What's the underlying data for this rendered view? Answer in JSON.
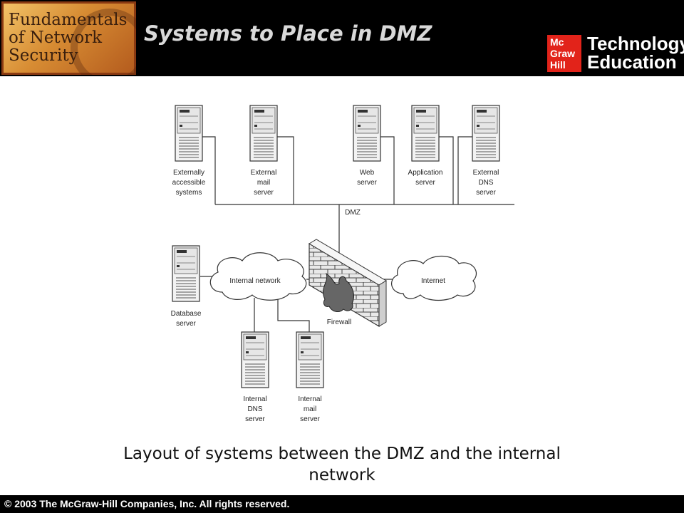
{
  "header": {
    "book_logo_lines": [
      "Fundamentals",
      "of Network",
      "Security"
    ],
    "slide_title": "Systems to Place in DMZ",
    "brand_logo_lines": [
      "Mc",
      "Graw",
      "Hill"
    ],
    "brand_text_lines": [
      "Technology",
      "Education"
    ]
  },
  "diagram": {
    "dmz_label": "DMZ",
    "firewall_label": "Firewall",
    "clouds": {
      "internal": "Internal network",
      "internet": "Internet"
    },
    "servers": {
      "externally_accessible": [
        "Externally",
        "accessible",
        "systems"
      ],
      "external_mail": [
        "External",
        "mail",
        "server"
      ],
      "web": [
        "Web",
        "server"
      ],
      "application": [
        "Application",
        "server"
      ],
      "external_dns": [
        "External",
        "DNS",
        "server"
      ],
      "database": [
        "Database",
        "server"
      ],
      "internal_dns": [
        "Internal",
        "DNS",
        "server"
      ],
      "internal_mail": [
        "Internal",
        "mail",
        "server"
      ]
    }
  },
  "caption": "Layout of systems between the DMZ and the internal network",
  "footer": {
    "copyright": "© 2003 The McGraw-Hill Companies, Inc. All rights reserved."
  }
}
